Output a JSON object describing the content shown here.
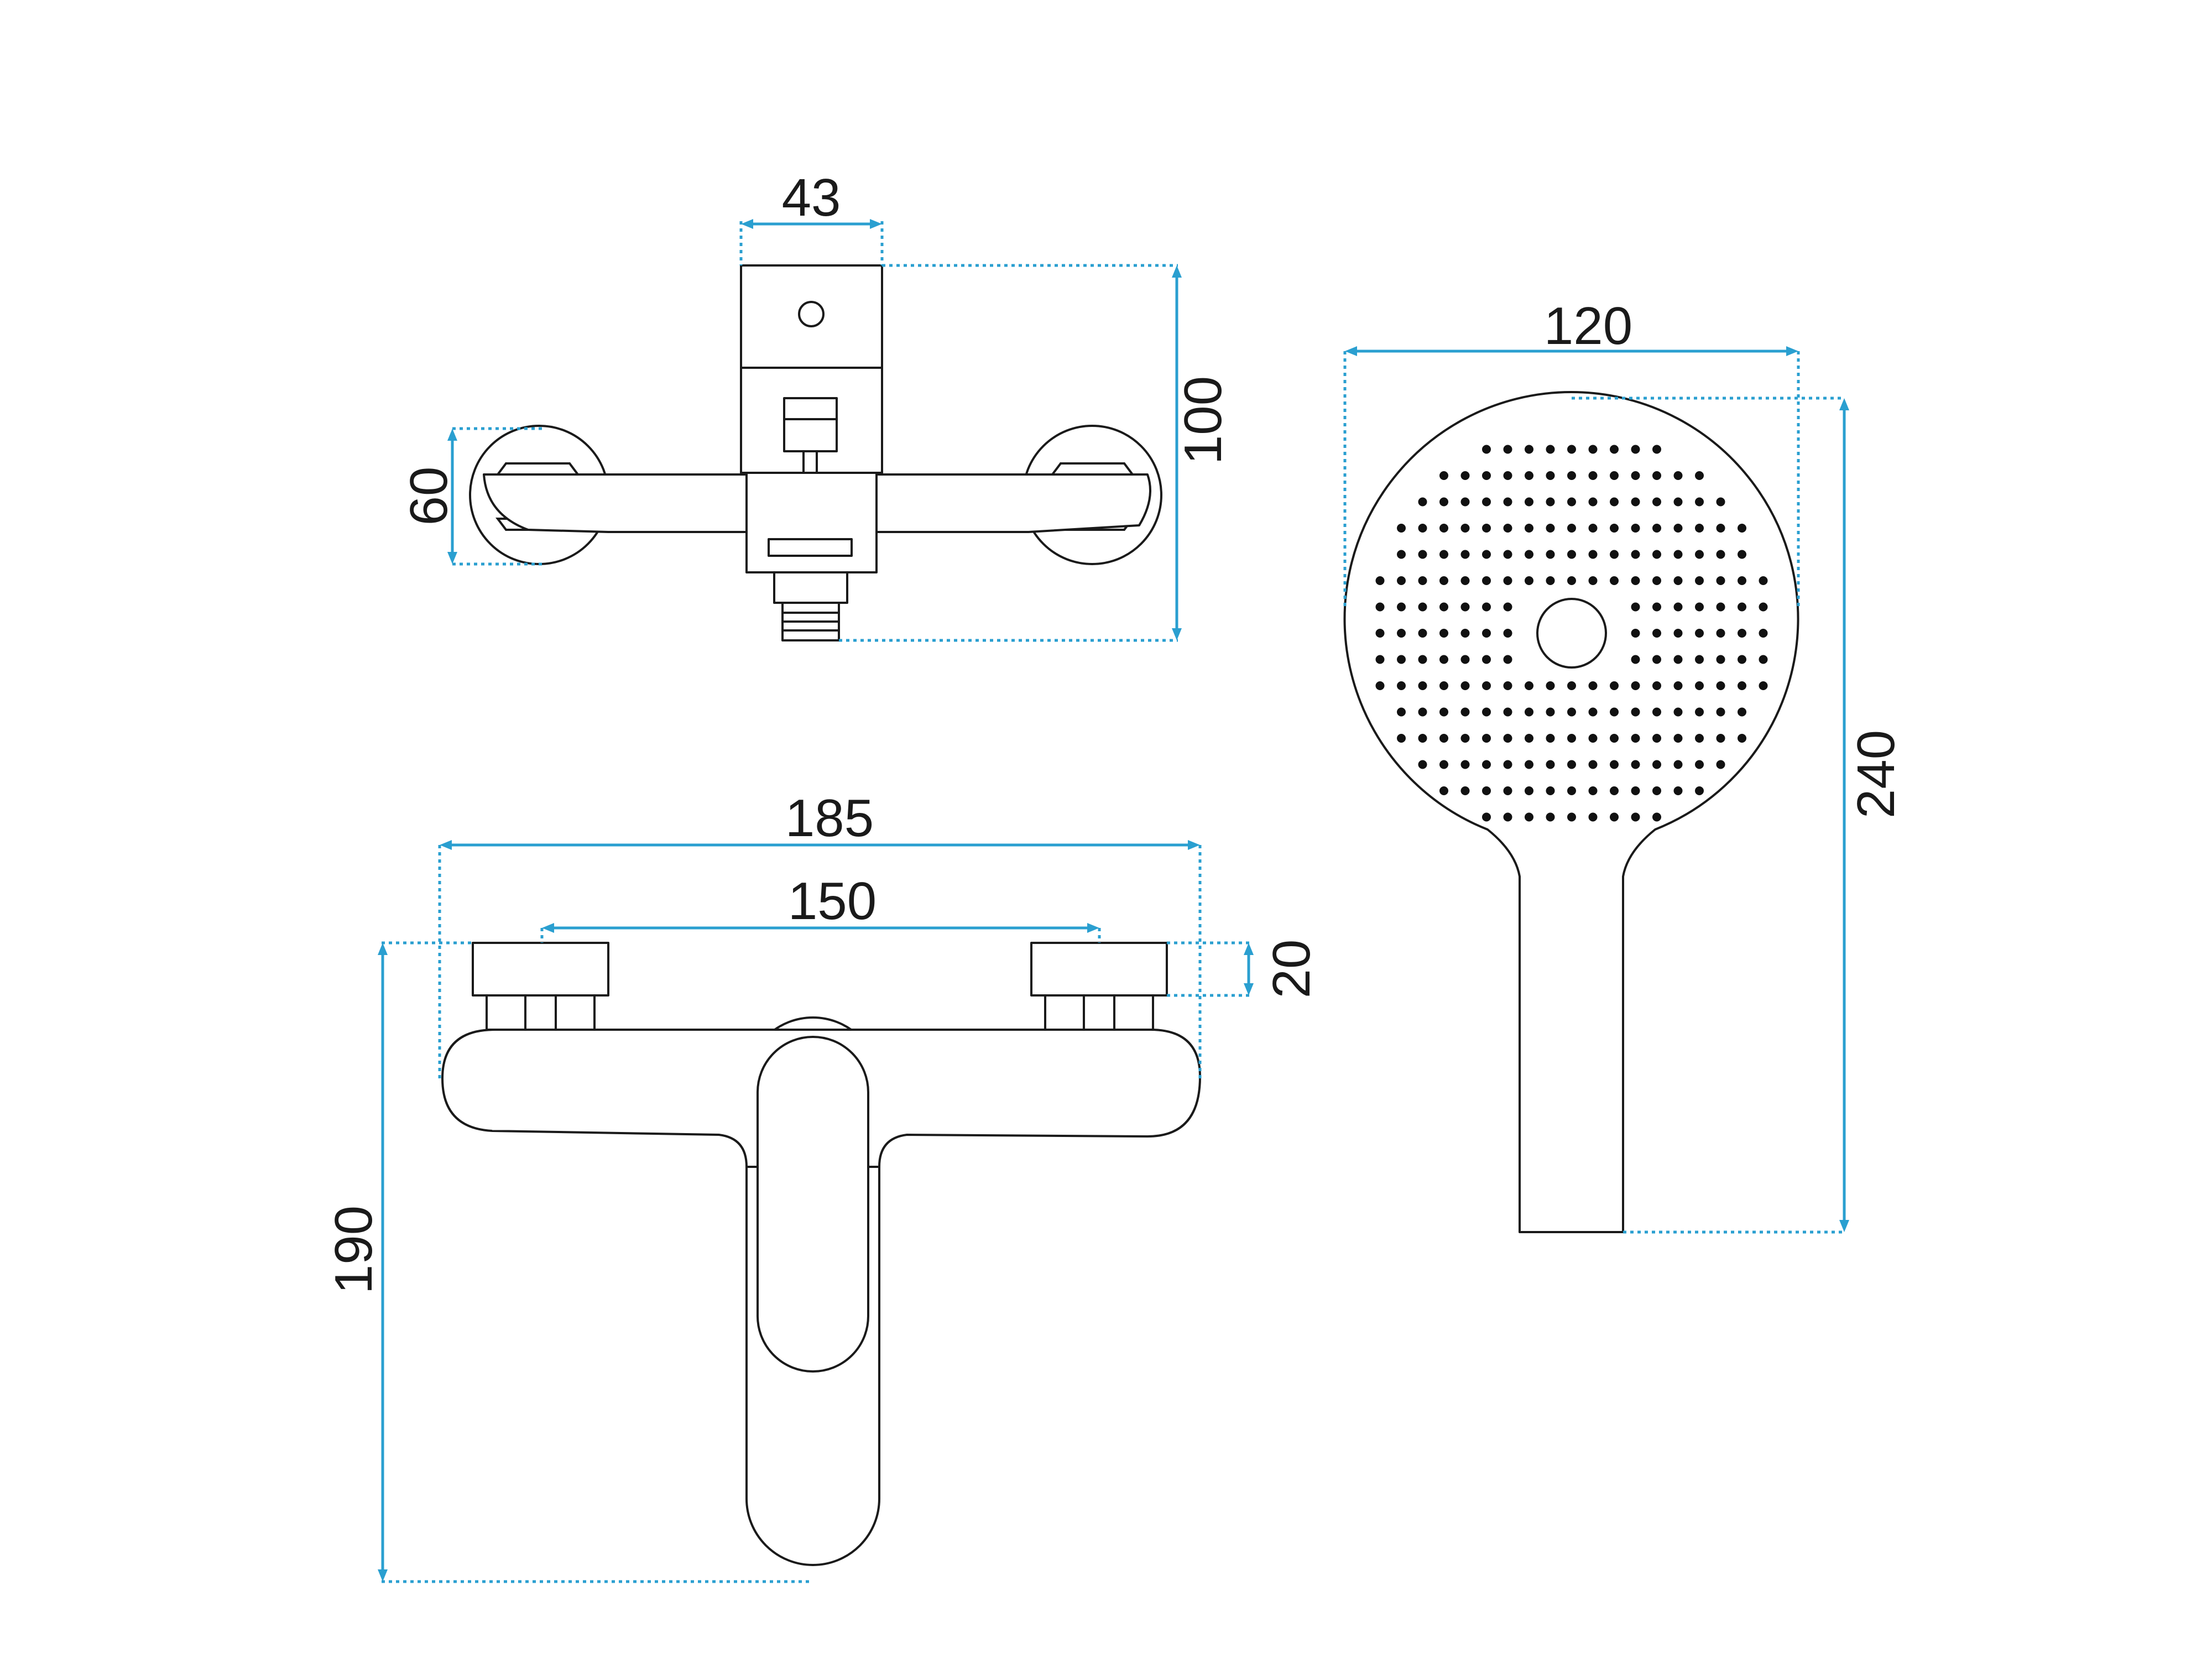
{
  "dimensions": {
    "top_width": "43",
    "top_height": "100",
    "top_rosette": "60",
    "head_width": "120",
    "head_length": "240",
    "front_total": "185",
    "front_spacing": "150",
    "front_rosette": "20",
    "front_height": "190"
  },
  "colors": {
    "dimension": "#2a9fd0",
    "outline": "#1a1a1a"
  }
}
